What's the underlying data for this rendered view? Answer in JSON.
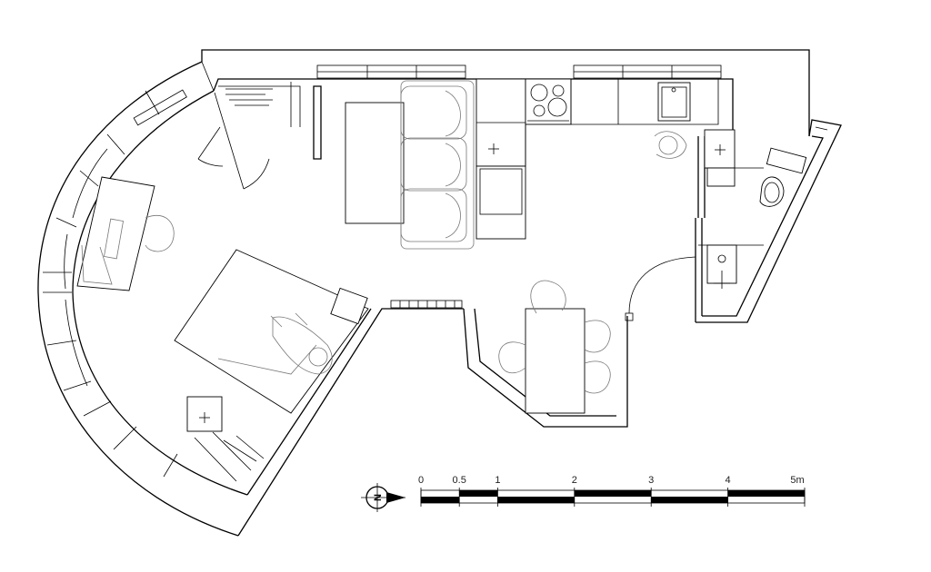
{
  "scale_bar": {
    "ticks": [
      "0",
      "0.5",
      "1",
      "2",
      "3",
      "4",
      "5m"
    ],
    "values_m": [
      0,
      0.5,
      1,
      2,
      3,
      4,
      5
    ]
  },
  "north_arrow": {
    "letter": "N",
    "icon": "north-arrow-icon"
  },
  "colors": {
    "line": "#000000",
    "furniture_grey": "#777777",
    "background": "#ffffff"
  }
}
